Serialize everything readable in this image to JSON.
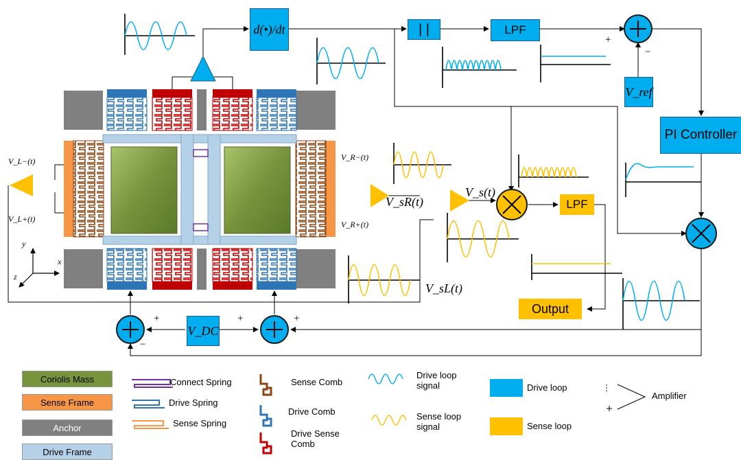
{
  "blocks": {
    "derivative": "d(•)/dt",
    "abs": "| |",
    "lpf_drive": "LPF",
    "lpf_sense": "LPF",
    "pi_controller": "PI Controller",
    "output": "Output",
    "vref": "V_ref",
    "vdc": "V_DC"
  },
  "signal_labels": {
    "vl_minus": "V_L−(t)",
    "vl_plus": "V_L+(t)",
    "vr_minus": "V_R−(t)",
    "vr_plus": "V_R+(t)",
    "vsr": "V_sR(t)",
    "vs": "V_s(t)",
    "vsl": "V_sL(t)"
  },
  "signs": {
    "sum_ref_plus": "+",
    "sum_ref_minus": "−",
    "dc_left_plus": "+",
    "dc_left_minus": "−",
    "dc_right_plus1": "+",
    "dc_right_plus2": "+"
  },
  "axes": {
    "x": "x",
    "y": "y",
    "z": "z"
  },
  "legend": {
    "coriolis_mass": "Coriolis Mass",
    "sense_frame": "Sense Frame",
    "anchor": "Anchor",
    "drive_frame": "Drive Frame",
    "connect_spring": "Connect Spring",
    "drive_spring": "Drive Spring",
    "sense_spring": "Sense Spring",
    "sense_comb": "Sense Comb",
    "drive_comb": "Drive Comb",
    "drive_sense_comb": "Drive Sense Comb",
    "drive_loop_signal": "Drive loop signal",
    "sense_loop_signal": "Sense loop signal",
    "drive_loop": "Drive loop",
    "sense_loop": "Sense loop",
    "amplifier": "Amplifier"
  },
  "colors": {
    "drive": "#00aeef",
    "sense": "#ffc000",
    "coriolis_mass": "#77933c",
    "sense_frame": "#f79646",
    "anchor": "#808080",
    "drive_frame": "#b4d1e8",
    "drive_comb": "#2e75b6",
    "drive_sense_comb": "#c00000",
    "sense_comb": "#8b4513"
  }
}
